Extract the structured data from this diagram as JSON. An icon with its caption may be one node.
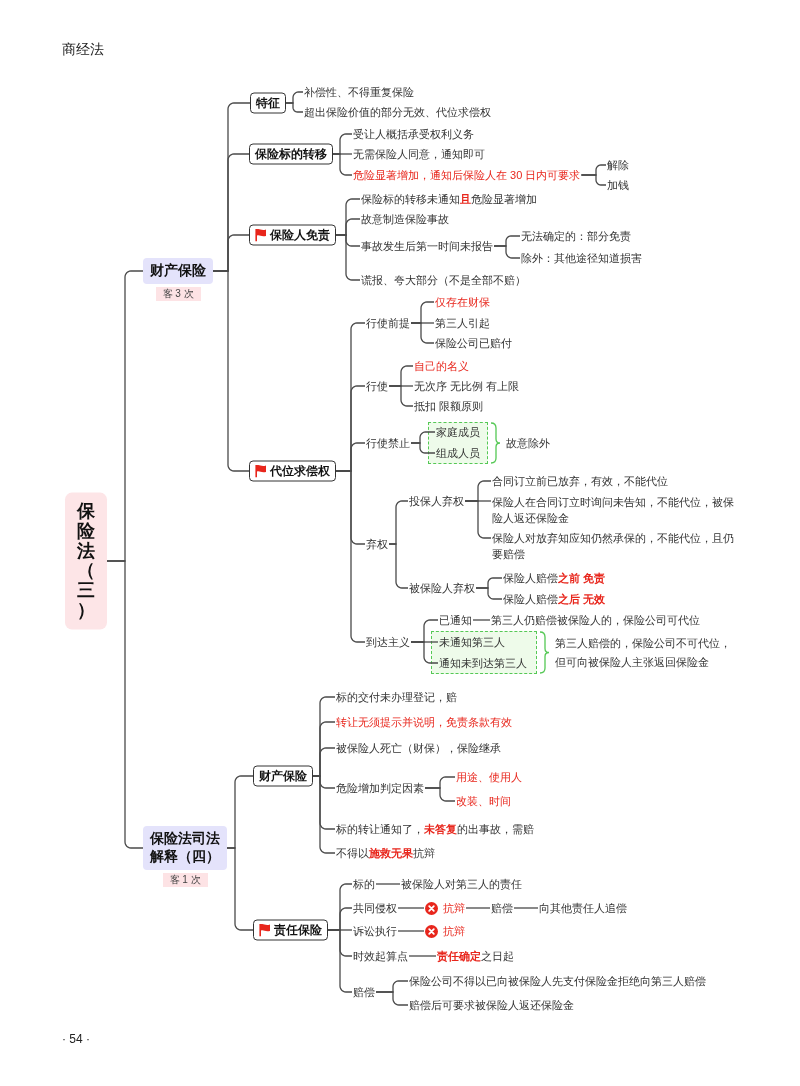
{
  "diagram": {
    "nodes": [
      {
        "text": [
          "保险法（三）"
        ]
      },
      {
        "text": [
          "财产保险"
        ],
        "beside": [
          "客 3 次"
        ]
      },
      {
        "text": [
          "特征"
        ]
      },
      {
        "text": [
          "补偿性、不得重复保险"
        ]
      },
      {
        "text": [
          "超出保险价值的部分无效、代位求偿权"
        ]
      },
      {
        "text": [
          "保险标的转移"
        ]
      },
      {
        "text": [
          "受让人概括承受权利义务"
        ]
      },
      {
        "text": [
          "无需保险人同意，通知即可"
        ]
      },
      {
        "text": [
          "危险显著增加，通知后保险人在 30 日内可要求"
        ]
      },
      {
        "text": [
          "解除"
        ]
      },
      {
        "text": [
          "加钱"
        ]
      },
      {
        "text": [
          "保险人免责"
        ]
      },
      {
        "text": [
          "保险标的转移未通知**且**危险显著增加"
        ]
      },
      {
        "text": [
          "故意制造保险事故"
        ]
      },
      {
        "text": [
          "事故发生后第一时间未报告"
        ]
      },
      {
        "text": [
          "无法确定的：部分免责"
        ]
      },
      {
        "text": [
          "除外：其他途径知道损害"
        ]
      },
      {
        "text": [
          "谎报、夸大部分（不是全部不赔）"
        ]
      },
      {
        "text": [
          "代位求偿权"
        ]
      },
      {
        "text": [
          "行使前提"
        ]
      },
      {
        "text": [
          "仅存在财保"
        ]
      },
      {
        "text": [
          "第三人引起"
        ]
      },
      {
        "text": [
          "保险公司已赔付"
        ]
      },
      {
        "text": [
          "行使"
        ]
      },
      {
        "text": [
          "自己的名义"
        ]
      },
      {
        "text": [
          "无次序 无比例 有上限"
        ]
      },
      {
        "text": [
          "抵扣 限额原则"
        ]
      },
      {
        "text": [
          "行使禁止"
        ]
      },
      {
        "text": [],
        "shape": "box",
        "beside": [
          "故意除外"
        ]
      },
      {
        "text": [
          "家庭成员"
        ],
        "in": 28
      },
      {
        "text": [
          "组成人员"
        ],
        "in": 28
      },
      {
        "text": [
          "弃权"
        ]
      },
      {
        "text": [
          "投保人弃权"
        ]
      },
      {
        "text": [
          "合同订立前已放弃，有效，不能代位"
        ]
      },
      {
        "text": [
          "保险人在合同订立时询问未告知，不能代位，被保险人返还保险金"
        ]
      },
      {
        "text": [
          "保险人对放弃知应知仍然承保的，不能代位，且仍要赔偿"
        ]
      },
      {
        "text": [
          "被保险人弃权"
        ]
      },
      {
        "text": [
          "保险人赔偿**之前 免责**"
        ]
      },
      {
        "text": [
          "保险人赔偿**之后 无效**"
        ]
      },
      {
        "text": [
          "到达主义"
        ]
      },
      {
        "text": [
          "已通知"
        ]
      },
      {
        "text": [
          "第三人仍赔偿被保险人的，保险公司可代位"
        ]
      },
      {
        "text": [],
        "shape": "box",
        "beside": [
          "第三人赔偿的，保险公司不可代位，但可向被保险人主张返回保险金"
        ]
      },
      {
        "text": [
          "未通知第三人"
        ],
        "in": 42
      },
      {
        "text": [
          "通知未到达第三人"
        ],
        "in": 42
      },
      {
        "text": [
          "保险法司法解释（四）"
        ],
        "beside": [
          "客 1 次"
        ]
      },
      {
        "text": [
          "财产保险"
        ]
      },
      {
        "text": [
          "标的交付未办理登记，赔"
        ]
      },
      {
        "text": [
          "转让无须提示并说明，免责条款有效"
        ]
      },
      {
        "text": [
          "被保险人死亡（财保），保险继承"
        ]
      },
      {
        "text": [
          "危险增加判定因素"
        ]
      },
      {
        "text": [
          "用途、使用人"
        ]
      },
      {
        "text": [
          "改装、时间"
        ]
      },
      {
        "text": [
          "标的转让通知了，**未答复**的出事故，需赔"
        ]
      },
      {
        "text": [
          "不得以**施救无果**抗辩"
        ]
      },
      {
        "text": [
          "责任保险"
        ]
      },
      {
        "text": [
          "标的"
        ]
      },
      {
        "text": [
          "被保险人对第三人的责任"
        ]
      },
      {
        "text": [
          "共同侵权"
        ]
      },
      {
        "text": [
          "抗辩"
        ]
      },
      {
        "text": [
          "赔偿"
        ]
      },
      {
        "text": [
          "向其他责任人追偿"
        ]
      },
      {
        "text": [
          "诉讼执行"
        ]
      },
      {
        "text": [
          "抗辩"
        ]
      },
      {
        "text": [
          "时效起算点"
        ]
      },
      {
        "text": [
          "**责任确定**之日起"
        ]
      },
      {
        "text": [
          "赔偿"
        ]
      },
      {
        "text": [
          "保险公司不得以已向被保险人先支付保险金拒绝向第三人赔偿"
        ]
      },
      {
        "text": [
          "赔偿后可要求被保险人返还保险金"
        ]
      }
    ],
    "edges": [
      {
        "from": 0,
        "to": 1,
        "arrow": "none"
      },
      {
        "from": 0,
        "to": 45,
        "arrow": "none"
      },
      {
        "from": 1,
        "to": 2,
        "arrow": "none"
      },
      {
        "from": 1,
        "to": 5,
        "arrow": "none"
      },
      {
        "from": 1,
        "to": 11,
        "arrow": "none"
      },
      {
        "from": 1,
        "to": 18,
        "arrow": "none"
      },
      {
        "from": 2,
        "to": 3,
        "arrow": "none"
      },
      {
        "from": 2,
        "to": 4,
        "arrow": "none"
      },
      {
        "from": 5,
        "to": 6,
        "arrow": "none"
      },
      {
        "from": 5,
        "to": 7,
        "arrow": "none"
      },
      {
        "from": 5,
        "to": 8,
        "arrow": "none"
      },
      {
        "from": 8,
        "to": 9,
        "arrow": "none"
      },
      {
        "from": 8,
        "to": 10,
        "arrow": "none"
      },
      {
        "from": 11,
        "to": 12,
        "arrow": "none"
      },
      {
        "from": 11,
        "to": 13,
        "arrow": "none"
      },
      {
        "from": 11,
        "to": 14,
        "arrow": "none"
      },
      {
        "from": 11,
        "to": 17,
        "arrow": "none"
      },
      {
        "from": 14,
        "to": 15,
        "arrow": "none"
      },
      {
        "from": 14,
        "to": 16,
        "arrow": "none"
      },
      {
        "from": 18,
        "to": 19,
        "arrow": "none"
      },
      {
        "from": 18,
        "to": 23,
        "arrow": "none"
      },
      {
        "from": 18,
        "to": 27,
        "arrow": "none"
      },
      {
        "from": 18,
        "to": 31,
        "arrow": "none"
      },
      {
        "from": 18,
        "to": 39,
        "arrow": "none"
      },
      {
        "from": 19,
        "to": 20,
        "arrow": "none"
      },
      {
        "from": 19,
        "to": 21,
        "arrow": "none"
      },
      {
        "from": 19,
        "to": 22,
        "arrow": "none"
      },
      {
        "from": 23,
        "to": 24,
        "arrow": "none"
      },
      {
        "from": 23,
        "to": 25,
        "arrow": "none"
      },
      {
        "from": 23,
        "to": 26,
        "arrow": "none"
      },
      {
        "from": 27,
        "to": 29,
        "arrow": "none"
      },
      {
        "from": 27,
        "to": 30,
        "arrow": "none"
      },
      {
        "from": 31,
        "to": 32,
        "arrow": "none"
      },
      {
        "from": 31,
        "to": 36,
        "arrow": "none"
      },
      {
        "from": 32,
        "to": 33,
        "arrow": "none"
      },
      {
        "from": 32,
        "to": 34,
        "arrow": "none"
      },
      {
        "from": 32,
        "to": 35,
        "arrow": "none"
      },
      {
        "from": 36,
        "to": 37,
        "arrow": "none"
      },
      {
        "from": 36,
        "to": 38,
        "arrow": "none"
      },
      {
        "from": 39,
        "to": 40,
        "arrow": "none"
      },
      {
        "from": 39,
        "to": 43,
        "arrow": "none"
      },
      {
        "from": 39,
        "to": 44,
        "arrow": "none"
      },
      {
        "from": 40,
        "to": 41,
        "arrow": "none"
      },
      {
        "from": 45,
        "to": 46,
        "arrow": "none"
      },
      {
        "from": 45,
        "to": 55,
        "arrow": "none"
      },
      {
        "from": 46,
        "to": 47,
        "arrow": "none"
      },
      {
        "from": 46,
        "to": 48,
        "arrow": "none"
      },
      {
        "from": 46,
        "to": 49,
        "arrow": "none"
      },
      {
        "from": 46,
        "to": 50,
        "arrow": "none"
      },
      {
        "from": 46,
        "to": 53,
        "arrow": "none"
      },
      {
        "from": 46,
        "to": 54,
        "arrow": "none"
      },
      {
        "from": 50,
        "to": 51,
        "arrow": "none"
      },
      {
        "from": 50,
        "to": 52,
        "arrow": "none"
      },
      {
        "from": 55,
        "to": 56,
        "arrow": "none"
      },
      {
        "from": 55,
        "to": 58,
        "arrow": "none"
      },
      {
        "from": 55,
        "to": 62,
        "arrow": "none"
      },
      {
        "from": 55,
        "to": 64,
        "arrow": "none"
      },
      {
        "from": 55,
        "to": 66,
        "arrow": "none"
      },
      {
        "from": 56,
        "to": 57,
        "arrow": "none"
      },
      {
        "from": 58,
        "to": 59,
        "arrow": "none"
      },
      {
        "from": 59,
        "to": 60,
        "arrow": "none"
      },
      {
        "from": 60,
        "to": 61,
        "arrow": "none"
      },
      {
        "from": 62,
        "to": 63,
        "arrow": "none"
      },
      {
        "from": 64,
        "to": 65,
        "arrow": "none"
      },
      {
        "from": 66,
        "to": 67,
        "arrow": "none"
      },
      {
        "from": 66,
        "to": 68,
        "arrow": "none"
      }
    ],
    "labels": [
      "商经法",
      "· 54 ·"
    ]
  }
}
